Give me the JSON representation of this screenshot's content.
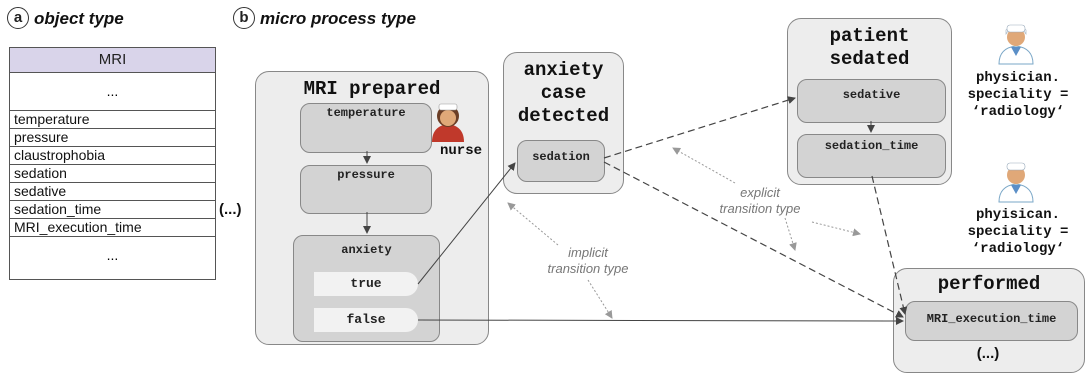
{
  "panel_a": {
    "badge": "a",
    "title": "object type"
  },
  "panel_b": {
    "badge": "b",
    "title": "micro process type"
  },
  "object_type": {
    "name": "MRI",
    "top_ellipsis": "...",
    "attributes": [
      "temperature",
      "pressure",
      "claustrophobia",
      "sedation",
      "sedative",
      "sedation_time",
      "MRI_execution_time"
    ],
    "bottom_ellipsis": "...",
    "more": "(...)"
  },
  "states": {
    "mri_prepared": {
      "title": "MRI prepared",
      "steps": {
        "temperature": "temperature",
        "pressure": "pressure",
        "anxiety": "anxiety"
      },
      "options": {
        "true": "true",
        "false": "false"
      }
    },
    "anxiety_case_detected": {
      "title_lines": [
        "anxiety",
        "case",
        "detected"
      ],
      "step": "sedation"
    },
    "patient_sedated": {
      "title_lines": [
        "patient",
        "sedated"
      ],
      "steps": {
        "sedative": "sedative",
        "sedation_time": "sedation_time"
      }
    },
    "performed": {
      "title": "performed",
      "step": "MRI_execution_time",
      "more": "(...)"
    }
  },
  "roles": {
    "nurse": "nurse",
    "physician_1": [
      "physician.",
      "speciality =",
      "‘radiology‘"
    ],
    "physician_2": [
      "phyisican.",
      "speciality =",
      "‘radiology‘"
    ]
  },
  "annotations": {
    "explicit": [
      "explicit",
      "transition type"
    ],
    "implicit": [
      "implicit",
      "transition type"
    ]
  },
  "colors": {
    "object_header": "#d9d4ea",
    "state_fill": "#ededed",
    "step_fill": "#d3d3d3",
    "annotation": "#777777"
  }
}
